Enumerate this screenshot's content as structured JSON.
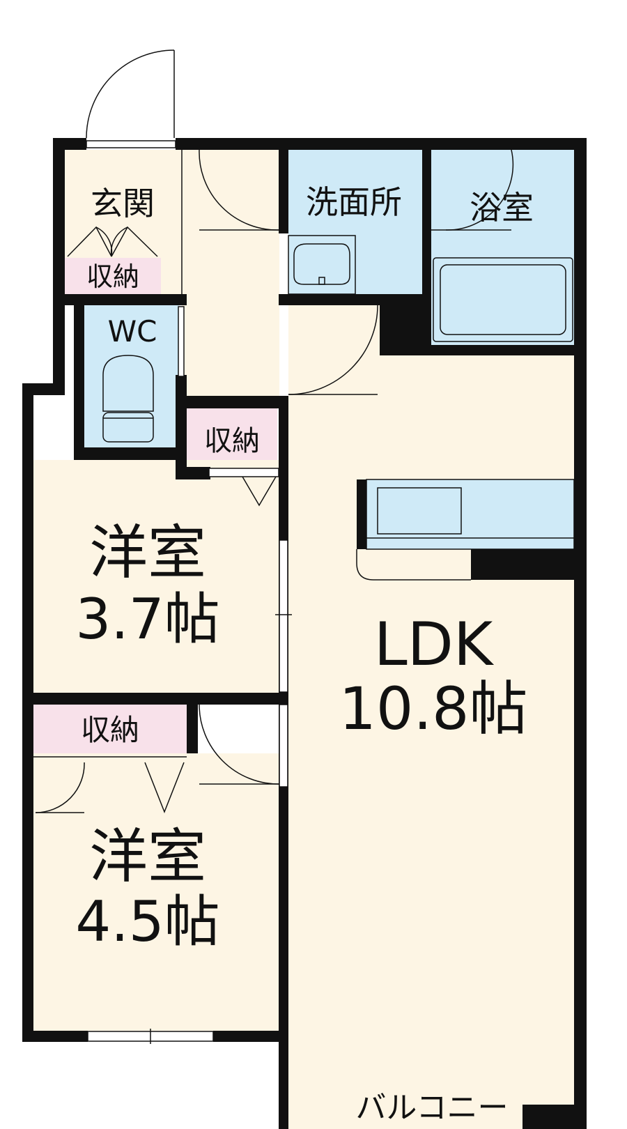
{
  "labels": {
    "genkan": "玄関",
    "genkan_storage": "収納",
    "wc": "WC",
    "washroom": "洗面所",
    "bathroom": "浴室",
    "storage_mid": "収納",
    "room1_name": "洋室",
    "room1_size": "3.7帖",
    "ldk_name": "LDK",
    "ldk_size": "10.8帖",
    "room2_storage": "収納",
    "room2_name": "洋室",
    "room2_size": "4.5帖",
    "balcony": "バルコニー"
  },
  "colors": {
    "floor": "#fdf5e4",
    "wet_area": "#cfeaf7",
    "storage": "#f8e1ea",
    "wall": "#111111"
  }
}
